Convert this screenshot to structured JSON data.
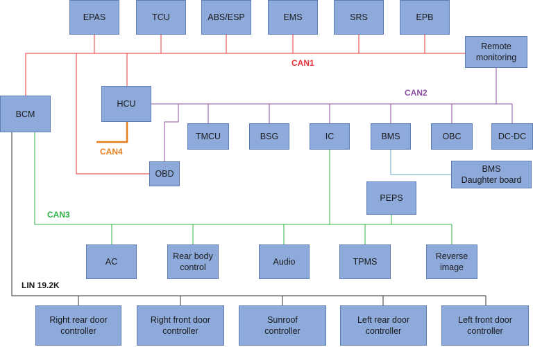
{
  "colors": {
    "can1": "#e8333a",
    "can2": "#8b4ea3",
    "can3": "#2db34a",
    "can4": "#e87d1e",
    "lin": "#333333",
    "bms_link": "#6fa4c0",
    "box_fill": "#8eaadb",
    "box_border": "#5b7cb5"
  },
  "nodes": {
    "epas": "EPAS",
    "tcu": "TCU",
    "abs_esp": "ABS/ESP",
    "ems": "EMS",
    "srs": "SRS",
    "epb": "EPB",
    "remote_monitoring": "Remote\nmonitoring",
    "bcm": "BCM",
    "hcu": "HCU",
    "tmcu": "TMCU",
    "bsg": "BSG",
    "ic": "IC",
    "bms": "BMS",
    "obc": "OBC",
    "dcdc": "DC-DC",
    "obd": "OBD",
    "bms_daughter": "BMS\nDaughter board",
    "peps": "PEPS",
    "ac": "AC",
    "rear_body": "Rear body\ncontrol",
    "audio": "Audio",
    "tpms": "TPMS",
    "reverse_image": "Reverse\nimage",
    "right_rear_door": "Right rear door\ncontroller",
    "right_front_door": "Right front door\ncontroller",
    "sunroof": "Sunroof\ncontroller",
    "left_rear_door": "Left rear door\ncontroller",
    "left_front_door": "Left front door\ncontroller"
  },
  "buses": {
    "can1": "CAN1",
    "can2": "CAN2",
    "can3": "CAN3",
    "can4": "CAN4",
    "lin": "LIN 19.2K"
  }
}
